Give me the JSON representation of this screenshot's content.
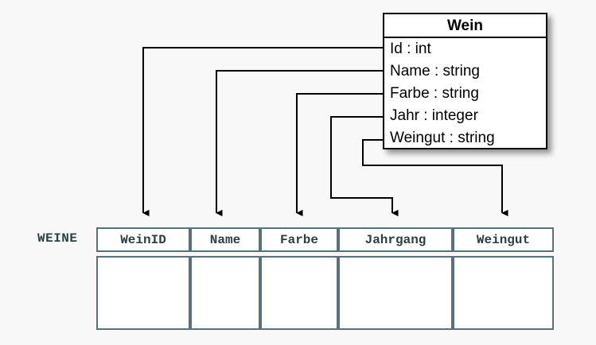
{
  "diagram": {
    "title": "UML class to relational table mapping",
    "background_color": "#f8f8f8",
    "line_color": "#000000",
    "table_border_color": "#5a7179",
    "table_text_color": "#2c3f44"
  },
  "uml_class": {
    "name": "Wein",
    "attributes": [
      {
        "label": "Id : int",
        "name": "Id",
        "type": "int"
      },
      {
        "label": "Name : string",
        "name": "Name",
        "type": "string"
      },
      {
        "label": "Farbe : string",
        "name": "Farbe",
        "type": "string"
      },
      {
        "label": "Jahr : integer",
        "name": "Jahr",
        "type": "integer"
      },
      {
        "label": "Weingut : string",
        "name": "Weingut",
        "type": "string"
      }
    ]
  },
  "relation": {
    "name": "WEINE",
    "columns": [
      {
        "label": "WeinID"
      },
      {
        "label": "Name"
      },
      {
        "label": "Farbe"
      },
      {
        "label": "Jahrgang"
      },
      {
        "label": "Weingut"
      }
    ],
    "rows": [
      [
        "",
        "",
        "",
        "",
        ""
      ]
    ]
  },
  "mappings": [
    {
      "from": "Id",
      "to": "WeinID"
    },
    {
      "from": "Name",
      "to": "Name"
    },
    {
      "from": "Farbe",
      "to": "Farbe"
    },
    {
      "from": "Jahr",
      "to": "Jahrgang"
    },
    {
      "from": "Weingut",
      "to": "Weingut"
    }
  ]
}
